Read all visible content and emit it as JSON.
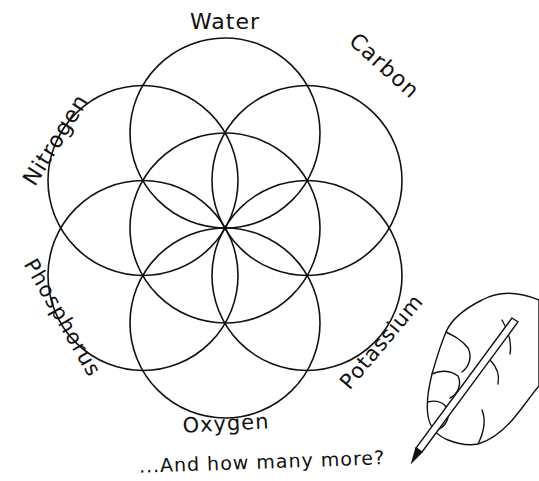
{
  "diagram": {
    "labels": [
      "Water",
      "Carbon",
      "Potassium",
      "Oxygen",
      "Phosphorus",
      "Nitrogen",
      "...And how many more?"
    ]
  }
}
